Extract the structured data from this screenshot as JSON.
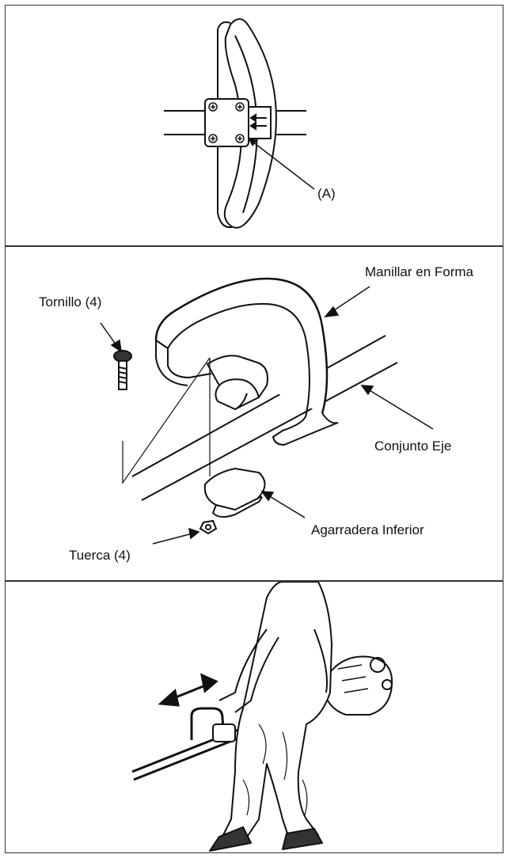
{
  "panel_top": {
    "label_a": "(A)"
  },
  "panel_middle": {
    "label_handle": "Manillar en Forma",
    "label_screw": "Tornillo (4)",
    "label_shaft": "Conjunto Eje",
    "label_lower_grip": "Agarradera Inferior",
    "label_nut": "Tuerca (4)"
  },
  "panel_bottom": {}
}
